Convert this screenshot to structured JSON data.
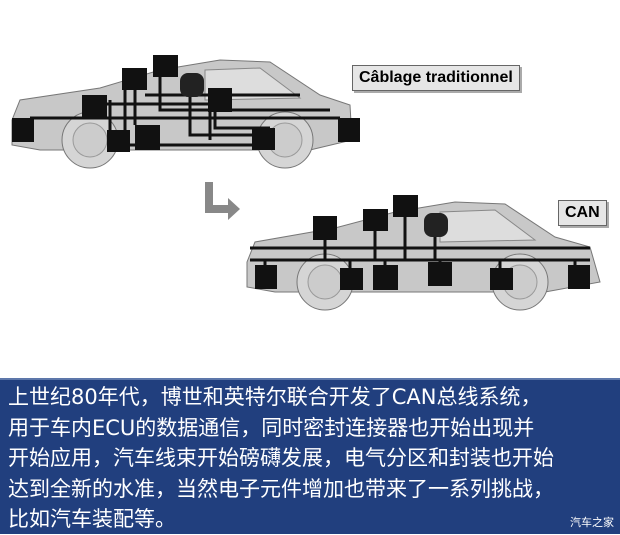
{
  "labels": {
    "traditional": "Câblage traditionnel",
    "can": "CAN"
  },
  "caption": {
    "lines": [
      "上世纪80年代，博世和英特尔联合开发了CAN总线系统，",
      "用于车内ECU的数据通信，同时密封连接器也开始出现并",
      "开始应用，汽车线束开始磅礴发展，电气分区和封装也开始",
      "达到全新的水准，当然电子元件增加也带来了一系列挑战，",
      "比如汽车装配等。"
    ]
  },
  "watermark": "汽车之家",
  "colors": {
    "band": "#213f7e",
    "car": "#c8c8c8",
    "wire": "#111111"
  }
}
